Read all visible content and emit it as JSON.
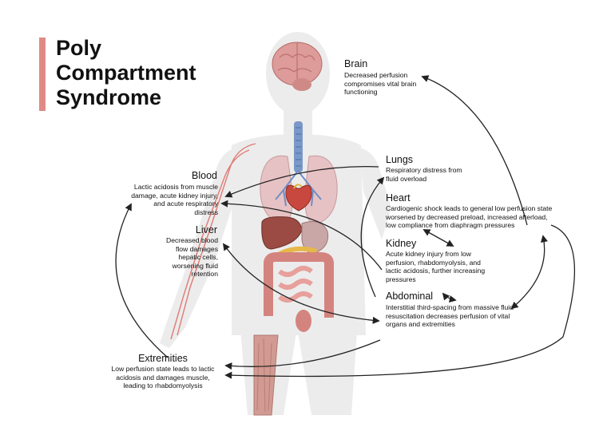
{
  "title": {
    "line1": "Poly",
    "line2": "Compartment",
    "line3": "Syndrome"
  },
  "colors": {
    "accent": "#e08a86",
    "silhouette": "#ececec",
    "organ_red": "#d9867f",
    "airway_blue": "#6e8fc4",
    "arrow": "#222222"
  },
  "labels": {
    "brain": {
      "title": "Brain",
      "body": "Decreased perfusion compromises vital brain functioning"
    },
    "lungs": {
      "title": "Lungs",
      "body": "Respiratory distress from fluid overload"
    },
    "heart": {
      "title": "Heart",
      "body": "Cardiogenic shock leads to general low perfusion state worsened by decreased preload, increased afterload, low compliance from diaphragm pressures"
    },
    "kidney": {
      "title": "Kidney",
      "body": "Acute kidney injury from low perfusion, rhabdomyolysis, and lactic acidosis, further increasing pressures"
    },
    "abdominal": {
      "title": "Abdominal",
      "body": "Interstitial third-spacing from massive fluid resuscitation decreases perfusion of vital organs and extremities"
    },
    "blood": {
      "title": "Blood",
      "body": "Lactic acidosis from muscle damage, acute kidney injury, and acute respiratory distress"
    },
    "liver": {
      "title": "Liver",
      "body": "Decreased blood flow damages hepatic cells, worsening fluid retention"
    },
    "extremities": {
      "title": "Extremities",
      "body": "Low perfusion state leads to lactic acidosis and damages muscle, leading to rhabdomyolysis"
    }
  }
}
